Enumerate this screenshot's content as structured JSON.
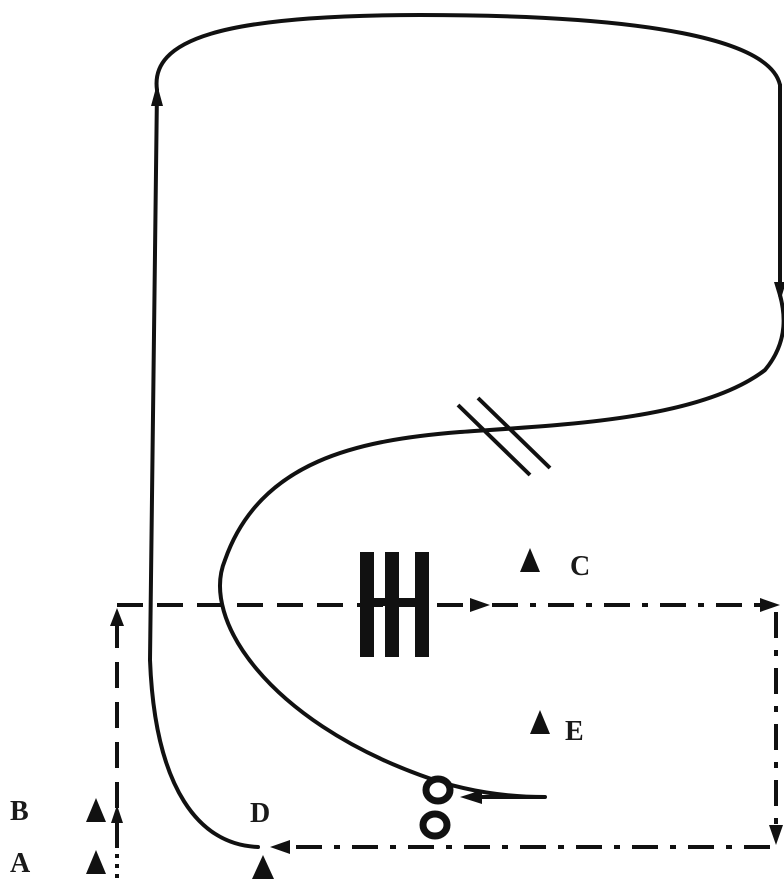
{
  "labels": {
    "a": "A",
    "b": "B",
    "c": "C",
    "d": "D",
    "e": "E"
  },
  "line_styles": {
    "solid_path": "solid",
    "upper_return": "dashed",
    "right_return": "dash-dot",
    "lower_return": "dash-dot",
    "start_connector": "dotted"
  },
  "symbols": [
    "triangle-marker",
    "cone-pair",
    "grid-line-pair",
    "triple-bar-obstacle",
    "arrowhead"
  ],
  "colors": {
    "ink": "#111111",
    "background": "#ffffff"
  }
}
